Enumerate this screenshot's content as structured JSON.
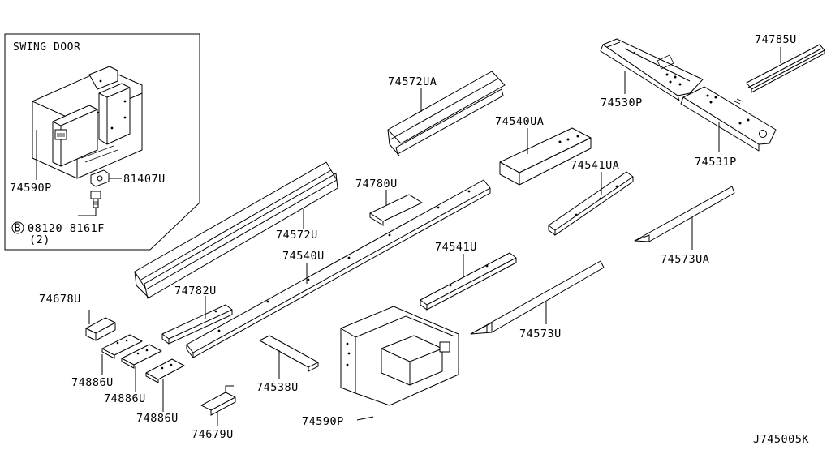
{
  "inset": {
    "title": "SWING DOOR",
    "labels": {
      "p74590": "74590P",
      "p81407": "81407U",
      "p08120": "08120-8161F",
      "bolt_circle": "B",
      "bolt_qty": "(2)"
    }
  },
  "labels": {
    "p74572UA": "74572UA",
    "p74540UA": "74540UA",
    "p74530P": "74530P",
    "p74785U": "74785U",
    "p74531P": "74531P",
    "p74541UA": "74541UA",
    "p74780U": "74780U",
    "p74572U": "74572U",
    "p74540U": "74540U",
    "p74541U": "74541U",
    "p74573UA": "74573UA",
    "p74678U": "74678U",
    "p74782U": "74782U",
    "p74573U": "74573U",
    "p74886U_1": "74886U",
    "p74886U_2": "74886U",
    "p74886U_3": "74886U",
    "p74538U": "74538U",
    "p74590P": "74590P",
    "p74679U": "74679U"
  },
  "diagram_code": "J745005K"
}
